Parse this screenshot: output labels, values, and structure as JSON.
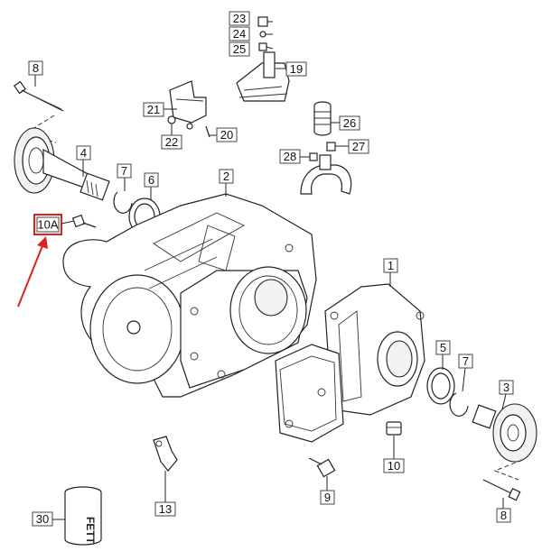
{
  "callouts": [
    {
      "id": "c1",
      "label": "1"
    },
    {
      "id": "c2",
      "label": "2"
    },
    {
      "id": "c3",
      "label": "3"
    },
    {
      "id": "c4",
      "label": "4"
    },
    {
      "id": "c5",
      "label": "5"
    },
    {
      "id": "c6",
      "label": "6"
    },
    {
      "id": "c7a",
      "label": "7"
    },
    {
      "id": "c7b",
      "label": "7"
    },
    {
      "id": "c8a",
      "label": "8"
    },
    {
      "id": "c8b",
      "label": "8"
    },
    {
      "id": "c9",
      "label": "9"
    },
    {
      "id": "c10",
      "label": "10"
    },
    {
      "id": "c10a",
      "label": "10A"
    },
    {
      "id": "c13",
      "label": "13"
    },
    {
      "id": "c19",
      "label": "19"
    },
    {
      "id": "c20",
      "label": "20"
    },
    {
      "id": "c21",
      "label": "21"
    },
    {
      "id": "c22",
      "label": "22"
    },
    {
      "id": "c23",
      "label": "23"
    },
    {
      "id": "c24",
      "label": "24"
    },
    {
      "id": "c25",
      "label": "25"
    },
    {
      "id": "c26",
      "label": "26"
    },
    {
      "id": "c27",
      "label": "27"
    },
    {
      "id": "c28",
      "label": "28"
    },
    {
      "id": "c30",
      "label": "30"
    }
  ],
  "can_label": "FETT",
  "colors": {
    "highlight": "#e02020",
    "line": "#222222",
    "paper": "#ffffff"
  }
}
